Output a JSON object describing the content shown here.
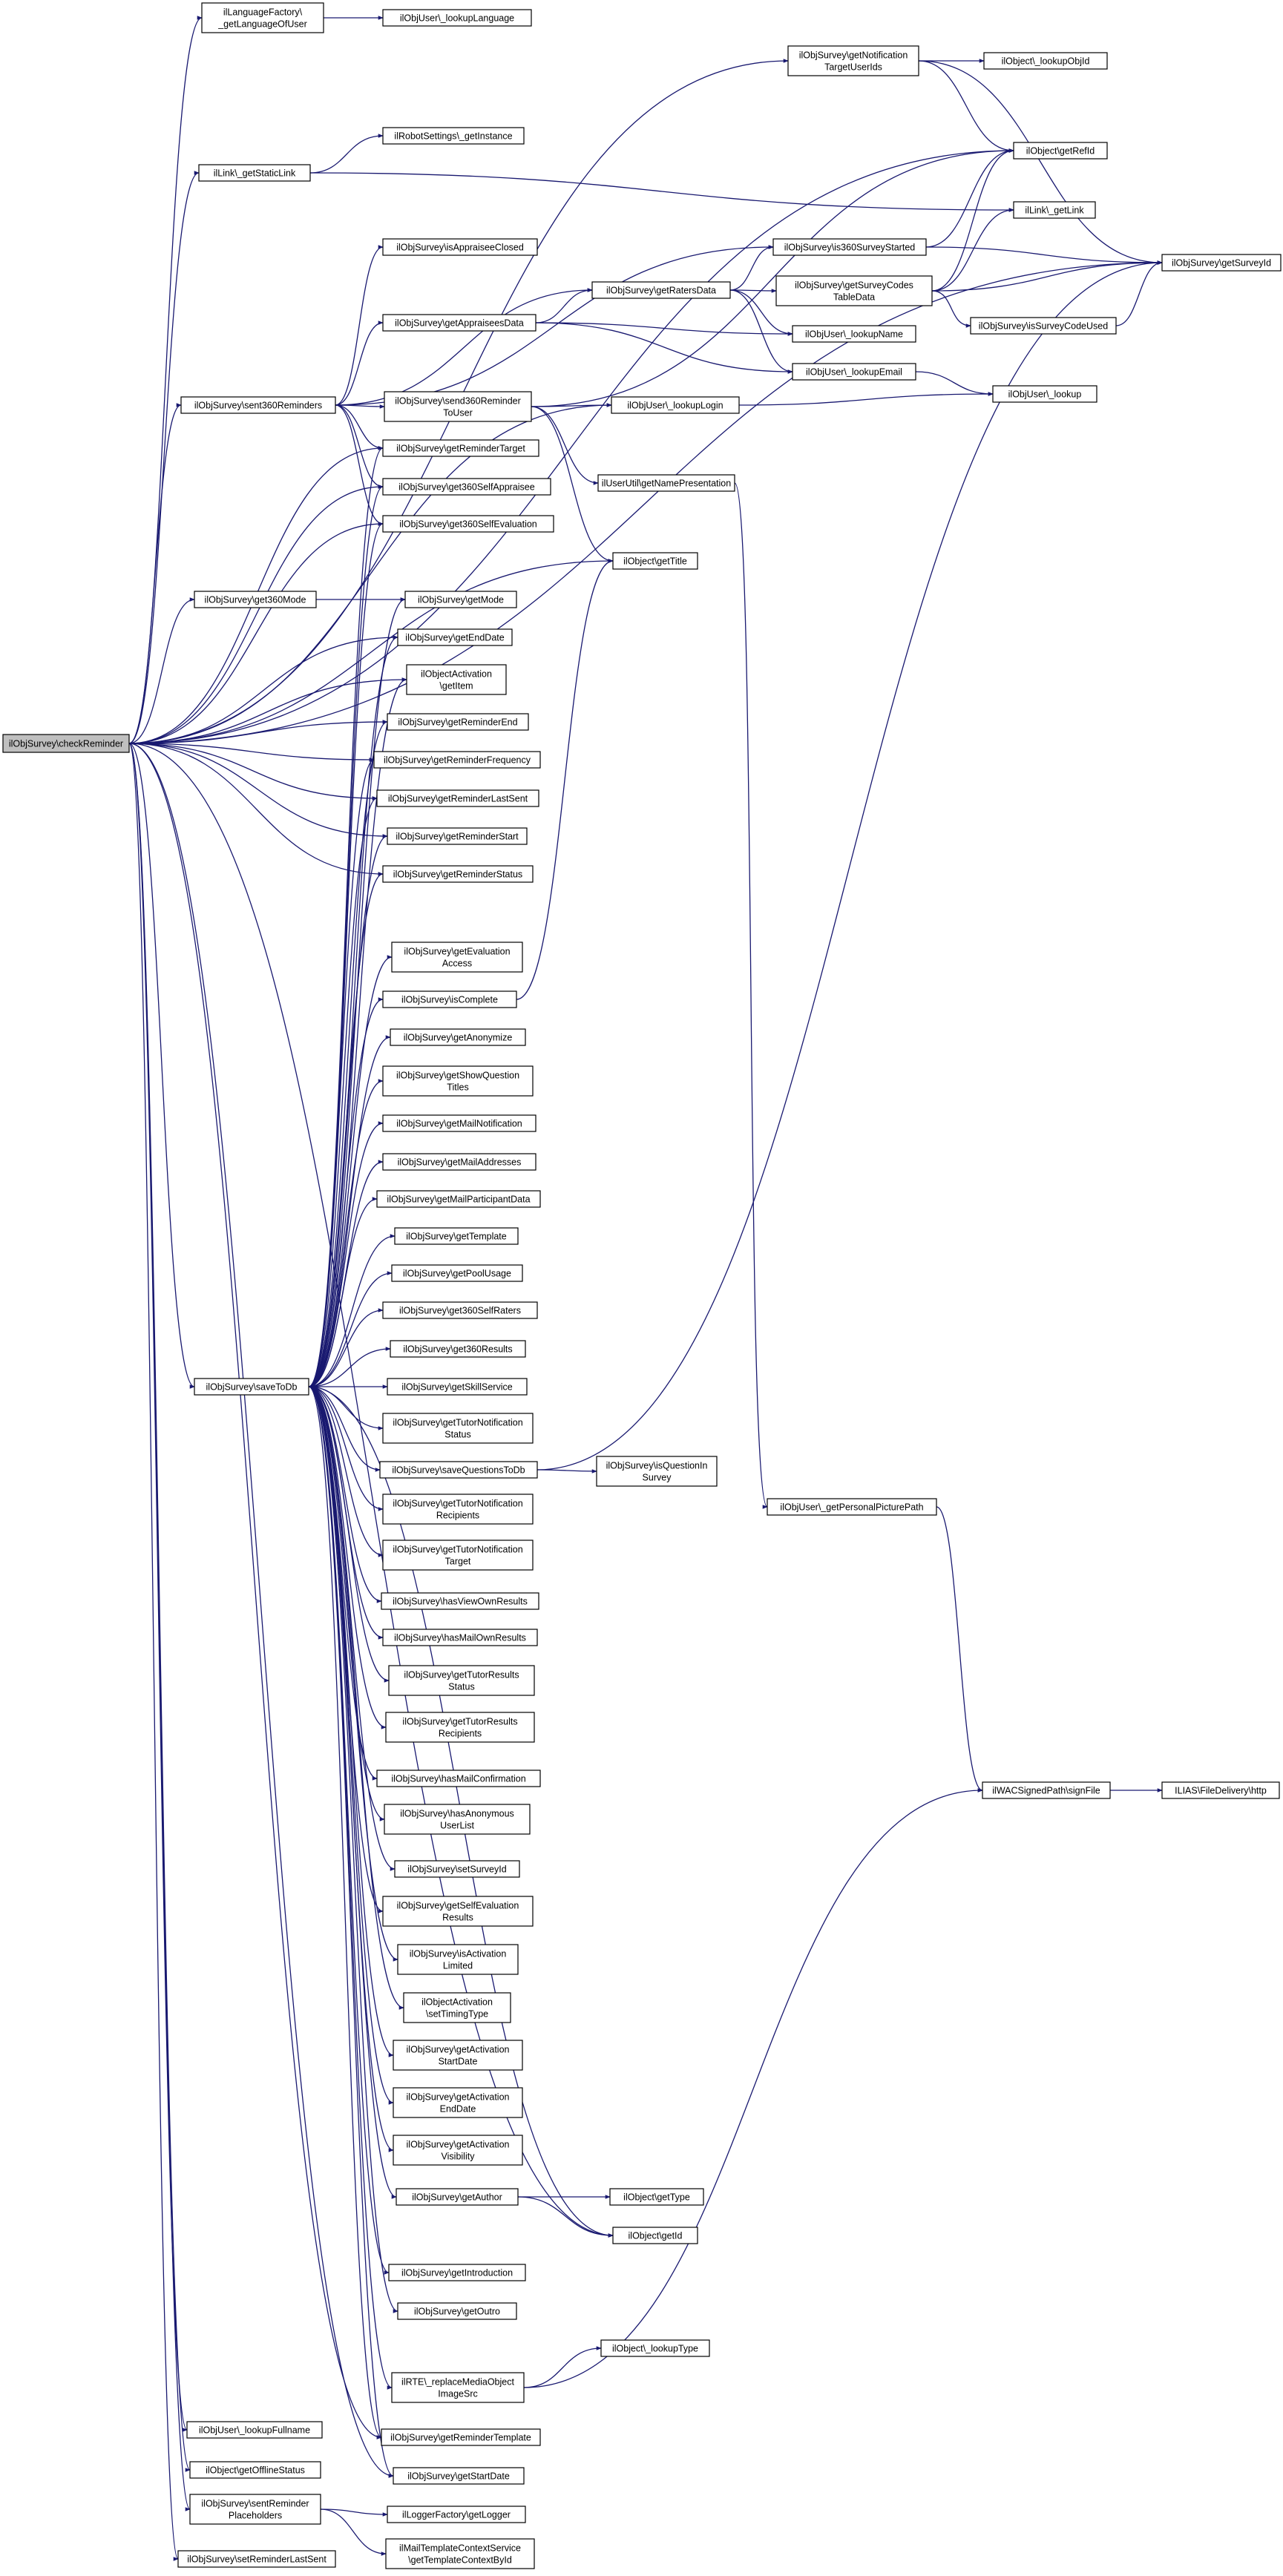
{
  "colors": {
    "edge": "#191970",
    "node_fill": "#ffffff",
    "node_stroke": "#000000",
    "root_fill": "#bfbfbf"
  },
  "root": "n0",
  "nodes": [
    {
      "id": "n0",
      "lines": [
        "ilObjSurvey\\checkReminder"
      ]
    },
    {
      "id": "n1",
      "lines": [
        "ilLanguageFactory\\",
        "_getLanguageOfUser"
      ]
    },
    {
      "id": "n2",
      "lines": [
        "ilObjUser\\_lookupLanguage"
      ]
    },
    {
      "id": "n3",
      "lines": [
        "ilObjSurvey\\getNotification",
        "TargetUserIds"
      ]
    },
    {
      "id": "n4",
      "lines": [
        "ilObject\\_lookupObjId"
      ]
    },
    {
      "id": "n5",
      "lines": [
        "ilObject\\getRefId"
      ]
    },
    {
      "id": "n6",
      "lines": [
        "ilRobotSettings\\_getInstance"
      ]
    },
    {
      "id": "n7",
      "lines": [
        "ilLink\\_getStaticLink"
      ]
    },
    {
      "id": "n8",
      "lines": [
        "ilLink\\_getLink"
      ]
    },
    {
      "id": "n9",
      "lines": [
        "ilObjSurvey\\isAppraiseeClosed"
      ]
    },
    {
      "id": "n10",
      "lines": [
        "ilObjSurvey\\is360SurveyStarted"
      ]
    },
    {
      "id": "n11",
      "lines": [
        "ilObjSurvey\\getRatersData"
      ]
    },
    {
      "id": "n12",
      "lines": [
        "ilObjSurvey\\getSurveyCodes",
        "TableData"
      ]
    },
    {
      "id": "n13",
      "lines": [
        "ilObjSurvey\\getSurveyId"
      ]
    },
    {
      "id": "n14",
      "lines": [
        "ilObjSurvey\\getAppraiseesData"
      ]
    },
    {
      "id": "n15",
      "lines": [
        "ilObjUser\\_lookupName"
      ]
    },
    {
      "id": "n16",
      "lines": [
        "ilObjSurvey\\isSurveyCodeUsed"
      ]
    },
    {
      "id": "n17",
      "lines": [
        "ilObjUser\\_lookupEmail"
      ]
    },
    {
      "id": "n18",
      "lines": [
        "ilObjSurvey\\sent360Reminders"
      ]
    },
    {
      "id": "n19",
      "lines": [
        "ilObjSurvey\\send360Reminder",
        "ToUser"
      ]
    },
    {
      "id": "n20",
      "lines": [
        "ilObjUser\\_lookupLogin"
      ]
    },
    {
      "id": "n21",
      "lines": [
        "ilObjUser\\_lookup"
      ]
    },
    {
      "id": "n22",
      "lines": [
        "ilObjSurvey\\getReminderTarget"
      ]
    },
    {
      "id": "n23",
      "lines": [
        "ilUserUtil\\getNamePresentation"
      ]
    },
    {
      "id": "n24",
      "lines": [
        "ilObjSurvey\\get360SelfAppraisee"
      ]
    },
    {
      "id": "n25",
      "lines": [
        "ilObjSurvey\\get360SelfEvaluation"
      ]
    },
    {
      "id": "n26",
      "lines": [
        "ilObject\\getTitle"
      ]
    },
    {
      "id": "n27",
      "lines": [
        "ilObjSurvey\\get360Mode"
      ]
    },
    {
      "id": "n28",
      "lines": [
        "ilObjSurvey\\getMode"
      ]
    },
    {
      "id": "n29",
      "lines": [
        "ilObjSurvey\\getEndDate"
      ]
    },
    {
      "id": "n30",
      "lines": [
        "ilObjectActivation",
        "\\getItem"
      ]
    },
    {
      "id": "n31",
      "lines": [
        "ilObjSurvey\\getReminderEnd"
      ]
    },
    {
      "id": "n32",
      "lines": [
        "ilObjSurvey\\getReminderFrequency"
      ]
    },
    {
      "id": "n33",
      "lines": [
        "ilObjSurvey\\getReminderLastSent"
      ]
    },
    {
      "id": "n34",
      "lines": [
        "ilObjSurvey\\getReminderStart"
      ]
    },
    {
      "id": "n35",
      "lines": [
        "ilObjSurvey\\getReminderStatus"
      ]
    },
    {
      "id": "n36",
      "lines": [
        "ilObjSurvey\\getEvaluation",
        "Access"
      ]
    },
    {
      "id": "n37",
      "lines": [
        "ilObjSurvey\\isComplete"
      ]
    },
    {
      "id": "n38",
      "lines": [
        "ilObjSurvey\\getAnonymize"
      ]
    },
    {
      "id": "n39",
      "lines": [
        "ilObjSurvey\\getShowQuestion",
        "Titles"
      ]
    },
    {
      "id": "n40",
      "lines": [
        "ilObjSurvey\\getMailNotification"
      ]
    },
    {
      "id": "n41",
      "lines": [
        "ilObjSurvey\\getMailAddresses"
      ]
    },
    {
      "id": "n42",
      "lines": [
        "ilObjSurvey\\getMailParticipantData"
      ]
    },
    {
      "id": "n43",
      "lines": [
        "ilObjSurvey\\getTemplate"
      ]
    },
    {
      "id": "n44",
      "lines": [
        "ilObjSurvey\\getPoolUsage"
      ]
    },
    {
      "id": "n45",
      "lines": [
        "ilObjSurvey\\get360SelfRaters"
      ]
    },
    {
      "id": "n46",
      "lines": [
        "ilObjSurvey\\get360Results"
      ]
    },
    {
      "id": "n47",
      "lines": [
        "ilObjSurvey\\saveToDb"
      ]
    },
    {
      "id": "n48",
      "lines": [
        "ilObjSurvey\\getSkillService"
      ]
    },
    {
      "id": "n49",
      "lines": [
        "ilObjSurvey\\getTutorNotification",
        "Status"
      ]
    },
    {
      "id": "n50",
      "lines": [
        "ilObjSurvey\\saveQuestionsToDb"
      ]
    },
    {
      "id": "n51",
      "lines": [
        "ilObjSurvey\\isQuestionIn",
        "Survey"
      ]
    },
    {
      "id": "n52",
      "lines": [
        "ilObjSurvey\\getTutorNotification",
        "Recipients"
      ]
    },
    {
      "id": "n53",
      "lines": [
        "ilObjUser\\_getPersonalPicturePath"
      ]
    },
    {
      "id": "n54",
      "lines": [
        "ilObjSurvey\\getTutorNotification",
        "Target"
      ]
    },
    {
      "id": "n55",
      "lines": [
        "ilObjSurvey\\hasViewOwnResults"
      ]
    },
    {
      "id": "n56",
      "lines": [
        "ilObjSurvey\\hasMailOwnResults"
      ]
    },
    {
      "id": "n57",
      "lines": [
        "ilObjSurvey\\getTutorResults",
        "Status"
      ]
    },
    {
      "id": "n58",
      "lines": [
        "ilObjSurvey\\getTutorResults",
        "Recipients"
      ]
    },
    {
      "id": "n59",
      "lines": [
        "ilObjSurvey\\hasMailConfirmation"
      ]
    },
    {
      "id": "n60",
      "lines": [
        "ilWACSignedPath\\signFile"
      ]
    },
    {
      "id": "n61",
      "lines": [
        "ILIAS\\FileDelivery\\http"
      ]
    },
    {
      "id": "n62",
      "lines": [
        "ilObjSurvey\\hasAnonymous",
        "UserList"
      ]
    },
    {
      "id": "n63",
      "lines": [
        "ilObjSurvey\\setSurveyId"
      ]
    },
    {
      "id": "n64",
      "lines": [
        "ilObjSurvey\\getSelfEvaluation",
        "Results"
      ]
    },
    {
      "id": "n65",
      "lines": [
        "ilObjSurvey\\isActivation",
        "Limited"
      ]
    },
    {
      "id": "n66",
      "lines": [
        "ilObjectActivation",
        "\\setTimingType"
      ]
    },
    {
      "id": "n67",
      "lines": [
        "ilObjSurvey\\getActivation",
        "StartDate"
      ]
    },
    {
      "id": "n68",
      "lines": [
        "ilObjSurvey\\getActivation",
        "EndDate"
      ]
    },
    {
      "id": "n69",
      "lines": [
        "ilObjSurvey\\getActivation",
        "Visibility"
      ]
    },
    {
      "id": "n70",
      "lines": [
        "ilObjSurvey\\getAuthor"
      ]
    },
    {
      "id": "n71",
      "lines": [
        "ilObject\\getType"
      ]
    },
    {
      "id": "n72",
      "lines": [
        "ilObject\\getId"
      ]
    },
    {
      "id": "n73",
      "lines": [
        "ilObjSurvey\\getIntroduction"
      ]
    },
    {
      "id": "n74",
      "lines": [
        "ilObjSurvey\\getOutro"
      ]
    },
    {
      "id": "n75",
      "lines": [
        "ilObject\\_lookupType"
      ]
    },
    {
      "id": "n76",
      "lines": [
        "ilRTE\\_replaceMediaObject",
        "ImageSrc"
      ]
    },
    {
      "id": "n77",
      "lines": [
        "ilObjUser\\_lookupFullname"
      ]
    },
    {
      "id": "n78",
      "lines": [
        "ilObjSurvey\\getReminderTemplate"
      ]
    },
    {
      "id": "n79",
      "lines": [
        "ilObject\\getOfflineStatus"
      ]
    },
    {
      "id": "n80",
      "lines": [
        "ilObjSurvey\\getStartDate"
      ]
    },
    {
      "id": "n81",
      "lines": [
        "ilObjSurvey\\sentReminder",
        "Placeholders"
      ]
    },
    {
      "id": "n82",
      "lines": [
        "ilLoggerFactory\\getLogger"
      ]
    },
    {
      "id": "n83",
      "lines": [
        "ilMailTemplateContextService",
        "\\getTemplateContextById"
      ]
    },
    {
      "id": "n84",
      "lines": [
        "ilObjSurvey\\setReminderLastSent"
      ]
    }
  ],
  "edges": [
    [
      "n0",
      "n1"
    ],
    [
      "n0",
      "n3"
    ],
    [
      "n0",
      "n5"
    ],
    [
      "n0",
      "n7"
    ],
    [
      "n0",
      "n18"
    ],
    [
      "n0",
      "n20"
    ],
    [
      "n0",
      "n22"
    ],
    [
      "n0",
      "n24"
    ],
    [
      "n0",
      "n25"
    ],
    [
      "n0",
      "n26"
    ],
    [
      "n0",
      "n27"
    ],
    [
      "n0",
      "n29"
    ],
    [
      "n0",
      "n30"
    ],
    [
      "n0",
      "n31"
    ],
    [
      "n0",
      "n32"
    ],
    [
      "n0",
      "n33"
    ],
    [
      "n0",
      "n34"
    ],
    [
      "n0",
      "n35"
    ],
    [
      "n0",
      "n13"
    ],
    [
      "n0",
      "n47"
    ],
    [
      "n0",
      "n72"
    ],
    [
      "n0",
      "n77"
    ],
    [
      "n0",
      "n78"
    ],
    [
      "n0",
      "n79"
    ],
    [
      "n0",
      "n80"
    ],
    [
      "n0",
      "n81"
    ],
    [
      "n0",
      "n84"
    ],
    [
      "n1",
      "n2"
    ],
    [
      "n3",
      "n4"
    ],
    [
      "n3",
      "n5"
    ],
    [
      "n3",
      "n13"
    ],
    [
      "n7",
      "n6"
    ],
    [
      "n7",
      "n8"
    ],
    [
      "n10",
      "n5"
    ],
    [
      "n10",
      "n13"
    ],
    [
      "n11",
      "n10"
    ],
    [
      "n11",
      "n12"
    ],
    [
      "n11",
      "n15"
    ],
    [
      "n11",
      "n17"
    ],
    [
      "n12",
      "n8"
    ],
    [
      "n12",
      "n5"
    ],
    [
      "n12",
      "n13"
    ],
    [
      "n12",
      "n16"
    ],
    [
      "n14",
      "n11"
    ],
    [
      "n14",
      "n15"
    ],
    [
      "n14",
      "n17"
    ],
    [
      "n16",
      "n13"
    ],
    [
      "n17",
      "n21"
    ],
    [
      "n18",
      "n9"
    ],
    [
      "n18",
      "n10"
    ],
    [
      "n18",
      "n11"
    ],
    [
      "n18",
      "n14"
    ],
    [
      "n18",
      "n19"
    ],
    [
      "n18",
      "n22"
    ],
    [
      "n18",
      "n24"
    ],
    [
      "n18",
      "n25"
    ],
    [
      "n19",
      "n5"
    ],
    [
      "n19",
      "n20"
    ],
    [
      "n19",
      "n23"
    ],
    [
      "n19",
      "n26"
    ],
    [
      "n20",
      "n21"
    ],
    [
      "n23",
      "n53"
    ],
    [
      "n27",
      "n28"
    ],
    [
      "n37",
      "n26"
    ],
    [
      "n47",
      "n22"
    ],
    [
      "n47",
      "n24"
    ],
    [
      "n47",
      "n25"
    ],
    [
      "n47",
      "n28"
    ],
    [
      "n47",
      "n29"
    ],
    [
      "n47",
      "n30"
    ],
    [
      "n47",
      "n31"
    ],
    [
      "n47",
      "n32"
    ],
    [
      "n47",
      "n33"
    ],
    [
      "n47",
      "n34"
    ],
    [
      "n47",
      "n35"
    ],
    [
      "n47",
      "n36"
    ],
    [
      "n47",
      "n37"
    ],
    [
      "n47",
      "n38"
    ],
    [
      "n47",
      "n39"
    ],
    [
      "n47",
      "n40"
    ],
    [
      "n47",
      "n41"
    ],
    [
      "n47",
      "n42"
    ],
    [
      "n47",
      "n43"
    ],
    [
      "n47",
      "n44"
    ],
    [
      "n47",
      "n45"
    ],
    [
      "n47",
      "n46"
    ],
    [
      "n47",
      "n48"
    ],
    [
      "n47",
      "n49"
    ],
    [
      "n47",
      "n50"
    ],
    [
      "n47",
      "n52"
    ],
    [
      "n47",
      "n54"
    ],
    [
      "n47",
      "n55"
    ],
    [
      "n47",
      "n56"
    ],
    [
      "n47",
      "n57"
    ],
    [
      "n47",
      "n58"
    ],
    [
      "n47",
      "n59"
    ],
    [
      "n47",
      "n62"
    ],
    [
      "n47",
      "n63"
    ],
    [
      "n47",
      "n64"
    ],
    [
      "n47",
      "n65"
    ],
    [
      "n47",
      "n66"
    ],
    [
      "n47",
      "n67"
    ],
    [
      "n47",
      "n68"
    ],
    [
      "n47",
      "n69"
    ],
    [
      "n47",
      "n70"
    ],
    [
      "n47",
      "n72"
    ],
    [
      "n47",
      "n73"
    ],
    [
      "n47",
      "n74"
    ],
    [
      "n47",
      "n76"
    ],
    [
      "n47",
      "n78"
    ],
    [
      "n47",
      "n80"
    ],
    [
      "n50",
      "n51"
    ],
    [
      "n50",
      "n13"
    ],
    [
      "n53",
      "n60"
    ],
    [
      "n60",
      "n61"
    ],
    [
      "n70",
      "n71"
    ],
    [
      "n70",
      "n72"
    ],
    [
      "n76",
      "n75"
    ],
    [
      "n76",
      "n60"
    ],
    [
      "n81",
      "n82"
    ],
    [
      "n81",
      "n83"
    ]
  ]
}
